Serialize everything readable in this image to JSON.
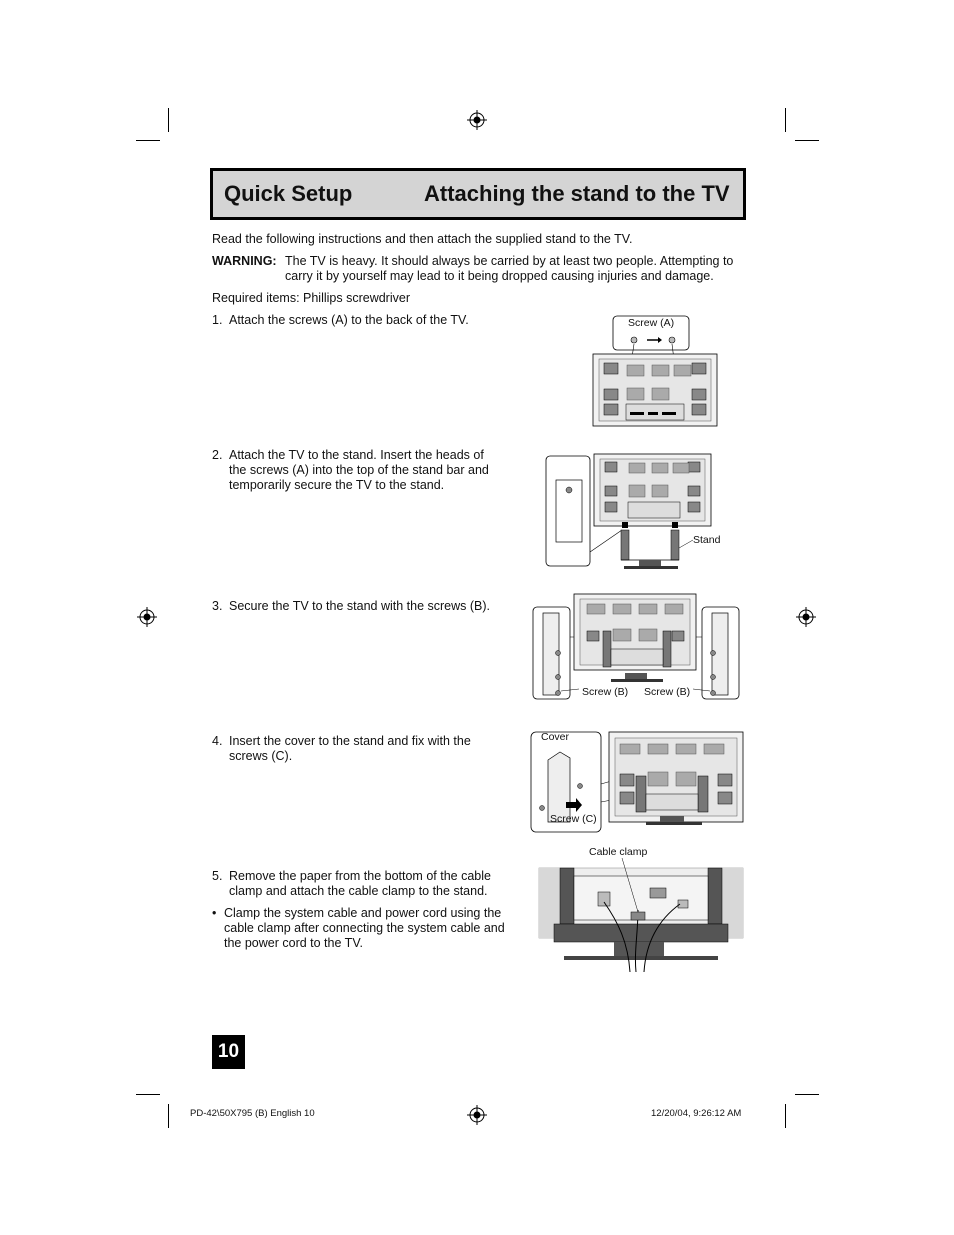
{
  "header": {
    "section": "Quick Setup",
    "title": "Attaching the stand to the TV"
  },
  "intro": "Read the following instructions and then attach the supplied stand to the TV.",
  "warning": {
    "label": "WARNING:",
    "line1": "The TV is heavy. It should always be carried by at least two people. Attempting to",
    "line2": "carry it by yourself may lead to it being dropped causing injuries and damage."
  },
  "required": "Required items:  Phillips screwdriver",
  "steps": [
    {
      "num": "1.",
      "lines": [
        "Attach the screws (A) to the back of the TV."
      ]
    },
    {
      "num": "2.",
      "lines": [
        "Attach the TV to the stand.  Insert the heads of",
        "the screws (A) into the top of the stand bar and",
        "temporarily secure the TV to the stand."
      ]
    },
    {
      "num": "3.",
      "lines": [
        "Secure the TV to the stand with the screws (B)."
      ]
    },
    {
      "num": "4.",
      "lines": [
        "Insert the cover to the stand and fix with the",
        "screws (C)."
      ]
    },
    {
      "num": "5.",
      "lines": [
        "Remove the paper from the bottom of the cable",
        "clamp and attach the cable clamp to the stand."
      ]
    }
  ],
  "bullet": {
    "mark": "•",
    "lines": [
      "Clamp the system cable and power cord using the",
      "cable clamp after connecting the system cable and",
      "the power cord to the TV."
    ]
  },
  "figure_labels": {
    "screw_a": "Screw (A)",
    "stand": "Stand",
    "screw_b_left": "Screw (B)",
    "screw_b_right": "Screw (B)",
    "cover": "Cover",
    "screw_c": "Screw (C)",
    "cable_clamp": "Cable clamp"
  },
  "page_number": "10",
  "footer": {
    "left": "PD-42\\50X795 (B) English   10",
    "right": "12/20/04, 9:26:12 AM"
  }
}
